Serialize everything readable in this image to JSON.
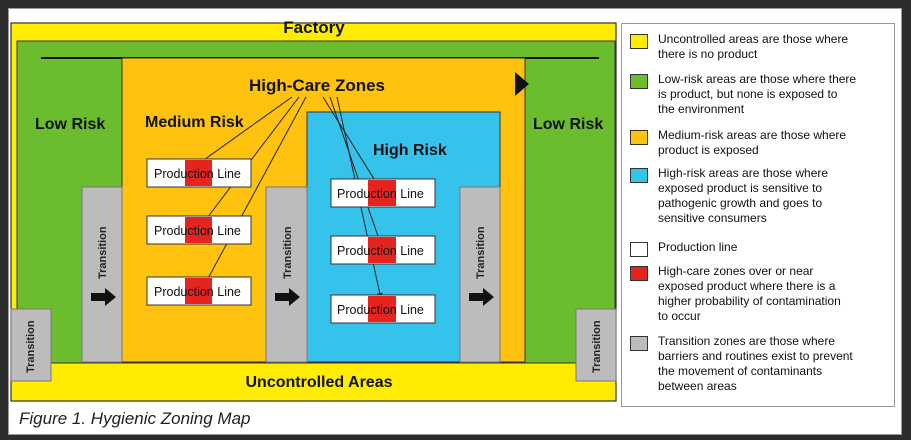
{
  "diagram": {
    "factory_label": "Factory",
    "low_risk_left": "Low Risk",
    "low_risk_right": "Low Risk",
    "medium_risk": "Medium Risk",
    "high_risk": "High Risk",
    "high_care_zones": "High-Care Zones",
    "uncontrolled_areas": "Uncontrolled Areas",
    "transition_label": "Transition",
    "production_line_part1": "Produc",
    "production_line_part2": "tion",
    "production_line_part3": " Line"
  },
  "legend": [
    {
      "color": "#ffec00",
      "text_lines": [
        "Uncontrolled areas are those where",
        "there is no product"
      ]
    },
    {
      "color": "#6cbd2e",
      "text_lines": [
        "Low-risk areas are those where there",
        "is product, but none is exposed to",
        "the environment"
      ]
    },
    {
      "color": "#ffc20e",
      "text_lines": [
        "Medium-risk areas are those where",
        "product is exposed"
      ]
    },
    {
      "color": "#35c3ec",
      "text_lines": [
        "High-risk areas are those where",
        "exposed product is sensitive to",
        "pathogenic growth and goes to",
        "sensitive consumers"
      ]
    },
    {
      "color": "#ffffff",
      "text_lines": [
        "Production line"
      ]
    },
    {
      "color": "#e52420",
      "text_lines": [
        "High-care zones over or near",
        "exposed product where there is a",
        "higher probability of contamination",
        "to occur"
      ]
    },
    {
      "color": "#bcbcbc",
      "text_lines": [
        "Transition zones are those where",
        "barriers and routines exist to prevent",
        "the movement of contaminants",
        "between areas"
      ]
    }
  ],
  "caption": "Figure 1. Hygienic Zoning Map",
  "colors": {
    "uncontrolled": "#ffec00",
    "low_risk": "#6cbd2e",
    "medium_risk": "#ffc20e",
    "high_risk": "#35c3ec",
    "high_care": "#e52420",
    "transition": "#bcbcbc"
  }
}
